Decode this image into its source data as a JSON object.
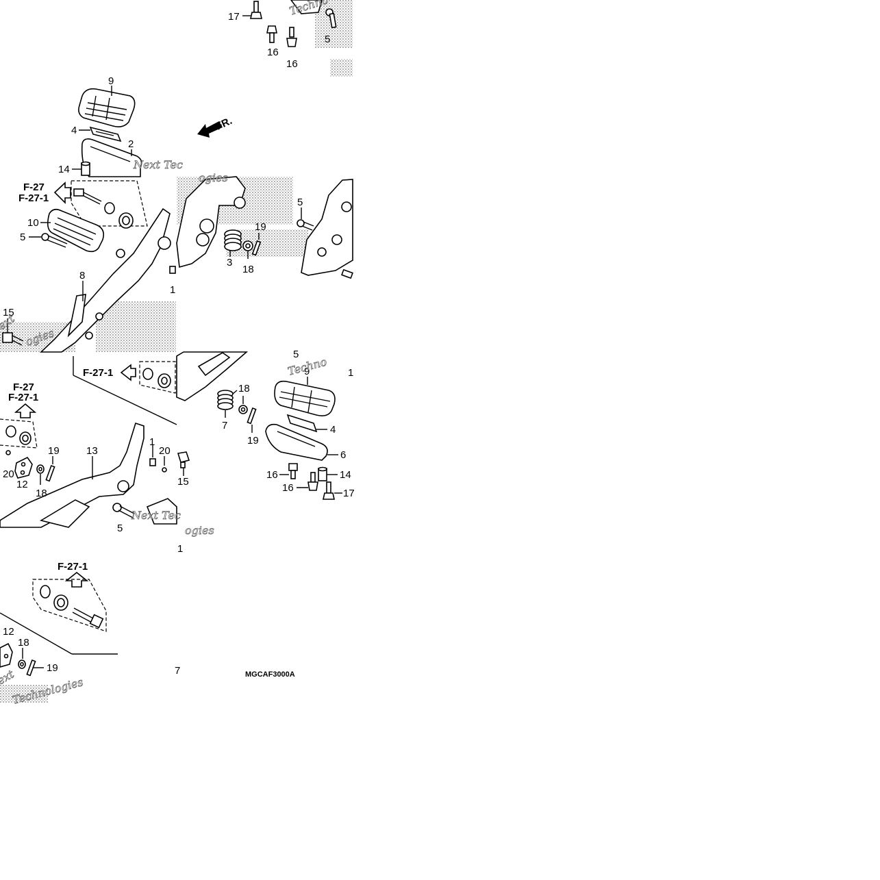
{
  "diagram": {
    "drawing_code": "MGCAF3000A",
    "front_marker": "FR.",
    "references": {
      "f27": "F-27",
      "f271": "F-27-1"
    },
    "callouts": {
      "n1": "1",
      "n2": "2",
      "n3": "3",
      "n4": "4",
      "n5": "5",
      "n6": "6",
      "n7": "7",
      "n8": "8",
      "n9": "9",
      "n10": "10",
      "n12": "12",
      "n13": "13",
      "n14": "14",
      "n15": "15",
      "n16": "16",
      "n17": "17",
      "n18": "18",
      "n19": "19",
      "n20": "20"
    },
    "watermark": {
      "brand1": "Techno",
      "brand2": "Next Tec",
      "brand3": "ogies",
      "brand4": "ext",
      "brand5": "Technologies"
    },
    "colors": {
      "ink": "#000000",
      "background": "#ffffff",
      "shading": "#9a9a9a"
    }
  }
}
